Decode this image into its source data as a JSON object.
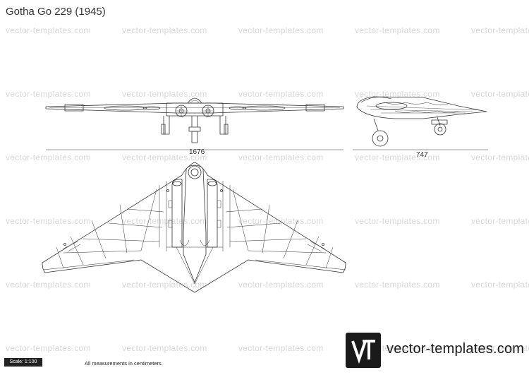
{
  "title": "Gotha Go 229 (1945)",
  "watermark": {
    "text": "vector-templates.com",
    "color": "#d8d8d8"
  },
  "dimensions": {
    "front_span": "1676",
    "side_length": "747"
  },
  "footer": {
    "scale": "Scale: 1:100",
    "note": "All measurements in centimeters.",
    "logo_monogram": "VT",
    "logo_text": "vector-templates.com"
  },
  "colors": {
    "line": "#333333",
    "logo_bg": "#1a1a1a"
  }
}
